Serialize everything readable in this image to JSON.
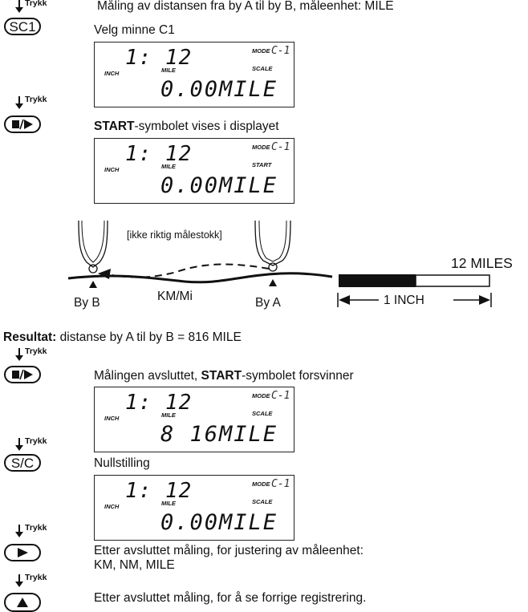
{
  "press_label": "Trykk",
  "header_text": "Måling av distansen fra by A til by B, måleenhet: MILE",
  "steps": [
    {
      "button": "SC1",
      "text": "Velg minne C1"
    },
    {
      "button_icon": "stop-play-icon",
      "bold": "START",
      "text": "-symbolet vises i displayet"
    },
    {
      "button_icon": "stop-play-icon",
      "text_before": "Målingen avsluttet, ",
      "bold": "START",
      "text": "-symbolet forsvinner"
    },
    {
      "button": "S/C",
      "text": "Nullstilling"
    },
    {
      "button_icon": "play-icon",
      "text_line1": "Etter avsluttet måling, for justering av måleenhet:",
      "text_line2": "KM, NM, MILE"
    },
    {
      "button_icon": "up-arrow-icon",
      "text": "Etter avsluttet måling, for å se forrige registrering."
    }
  ],
  "displays": [
    {
      "memory": "1: 12",
      "mode_label": "MODE",
      "mode_value": "C-1",
      "status": "SCALE",
      "inch": "INCH",
      "mile": "MILE",
      "value": "0.00MILE"
    },
    {
      "memory": "1: 12",
      "mode_label": "MODE",
      "mode_value": "C-1",
      "status": "START",
      "inch": "INCH",
      "mile": "MILE",
      "value": "0.00MILE"
    },
    {
      "memory": "1: 12",
      "mode_label": "MODE",
      "mode_value": "C-1",
      "status": "SCALE",
      "inch": "INCH",
      "mile": "MILE",
      "value": "8 16MILE"
    },
    {
      "memory": "1: 12",
      "mode_label": "MODE",
      "mode_value": "C-1",
      "status": "SCALE",
      "inch": "INCH",
      "mile": "MILE",
      "value": "0.00MILE"
    }
  ],
  "illustration": {
    "note": "[ikke riktig målestokk]",
    "city_b": "By B",
    "city_a": "By A",
    "route": "KM/Mi",
    "scale_top": "12 MILES",
    "scale_bottom": "1 INCH"
  },
  "result": {
    "label": "Resultat:",
    "text": " distanse by A til by B = 816 MILE"
  }
}
